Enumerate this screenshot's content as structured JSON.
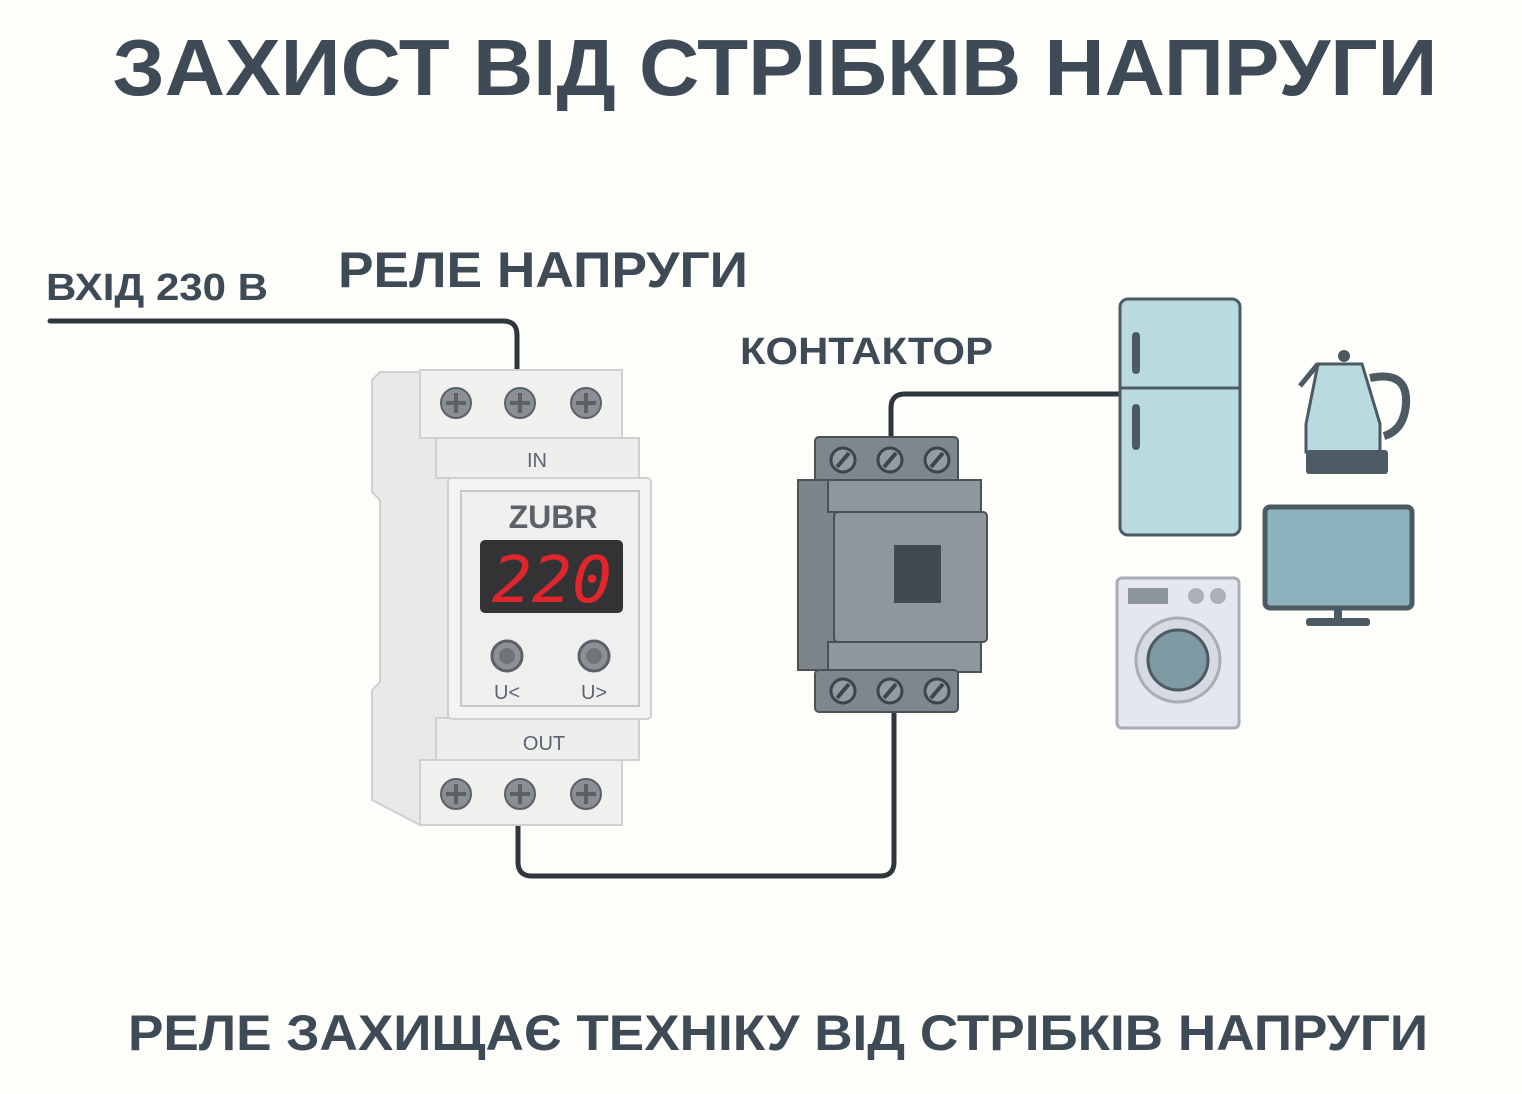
{
  "title": "ЗАХИСТ ВІД СТРІБКІВ НАПРУГИ",
  "labels": {
    "input": "ВХІД 230 В",
    "relay": "РЕЛЕ  НАПРУГИ",
    "contactor": "КОНТАКТОР"
  },
  "relay": {
    "brand": "ZUBR",
    "display_value": "220",
    "in_label": "IN",
    "out_label": "OUT",
    "knob_low": "U<",
    "knob_high": "U>"
  },
  "caption": "РЕЛЕ ЗАХИЩАЄ ТЕХНІКУ ВІД СТРІБКІВ НАПРУГИ",
  "colors": {
    "text": "#3e4a55",
    "display": "#e0262c",
    "appliance": "#b9dbe0"
  }
}
